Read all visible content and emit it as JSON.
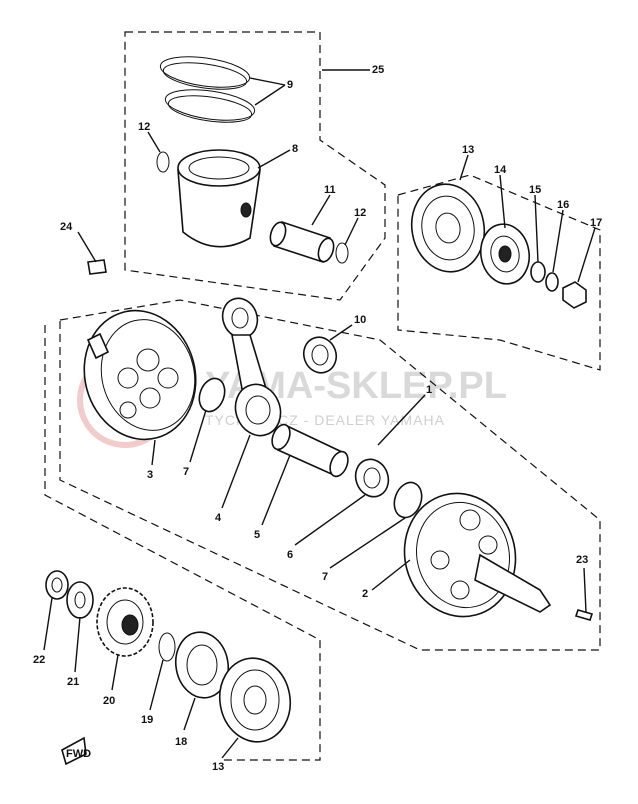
{
  "watermark": {
    "brand": "YAMA-SKLEP.PL",
    "subtitle": "TYCHOWICZ - DEALER YAMAHA",
    "seal_color": "#e8a3a3"
  },
  "callouts": [
    {
      "id": "c25",
      "text": "25"
    },
    {
      "id": "c9",
      "text": "9"
    },
    {
      "id": "c12a",
      "text": "12"
    },
    {
      "id": "c8",
      "text": "8"
    },
    {
      "id": "c11",
      "text": "11"
    },
    {
      "id": "c12b",
      "text": "12"
    },
    {
      "id": "c13a",
      "text": "13"
    },
    {
      "id": "c14",
      "text": "14"
    },
    {
      "id": "c15",
      "text": "15"
    },
    {
      "id": "c16",
      "text": "16"
    },
    {
      "id": "c17",
      "text": "17"
    },
    {
      "id": "c24",
      "text": "24"
    },
    {
      "id": "c10",
      "text": "10"
    },
    {
      "id": "c1",
      "text": "1"
    },
    {
      "id": "c3",
      "text": "3"
    },
    {
      "id": "c7a",
      "text": "7"
    },
    {
      "id": "c4",
      "text": "4"
    },
    {
      "id": "c5",
      "text": "5"
    },
    {
      "id": "c6",
      "text": "6"
    },
    {
      "id": "c7b",
      "text": "7"
    },
    {
      "id": "c2",
      "text": "2"
    },
    {
      "id": "c23",
      "text": "23"
    },
    {
      "id": "c22",
      "text": "22"
    },
    {
      "id": "c21",
      "text": "21"
    },
    {
      "id": "c20",
      "text": "20"
    },
    {
      "id": "c19",
      "text": "19"
    },
    {
      "id": "c18",
      "text": "18"
    },
    {
      "id": "c13b",
      "text": "13"
    }
  ],
  "fwd_mark": "FWD"
}
